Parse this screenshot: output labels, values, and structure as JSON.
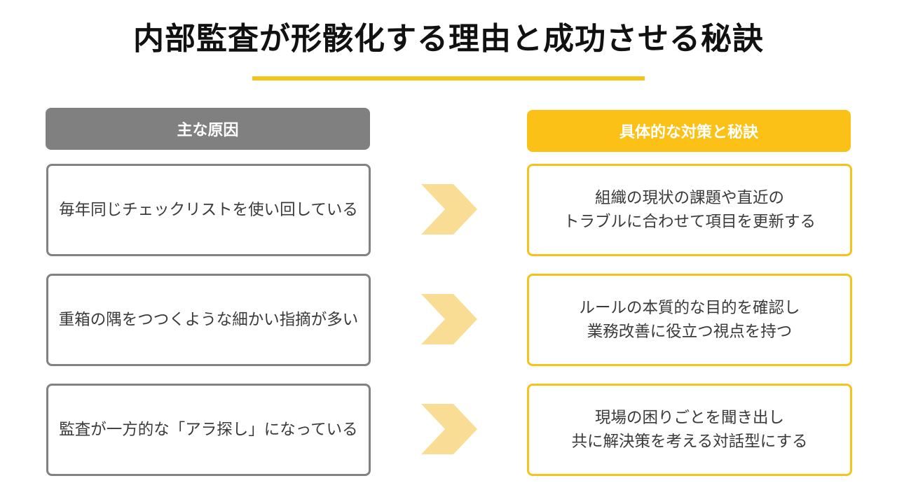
{
  "title": "内部監査が形骸化する理由と成功させる秘訣",
  "colors": {
    "accent": "#f6c21c",
    "header_left_bg": "#808080",
    "header_right_bg": "#fbc116",
    "chevron": "#f9dd95"
  },
  "left_column": {
    "header": "主な原因",
    "items": [
      "毎年同じチェックリストを使い回している",
      "重箱の隅をつつくような細かい指摘が多い",
      "監査が一方的な「アラ探し」になっている"
    ]
  },
  "right_column": {
    "header": "具体的な対策と秘訣",
    "items": [
      "組織の現状の課題や直近の\nトラブルに合わせて項目を更新する",
      "ルールの本質的な目的を確認し\n業務改善に役立つ視点を持つ",
      "現場の困りごとを聞き出し\n共に解決策を考える対話型にする"
    ]
  },
  "arrows": [
    "chevron-right-icon",
    "chevron-right-icon",
    "chevron-right-icon"
  ]
}
